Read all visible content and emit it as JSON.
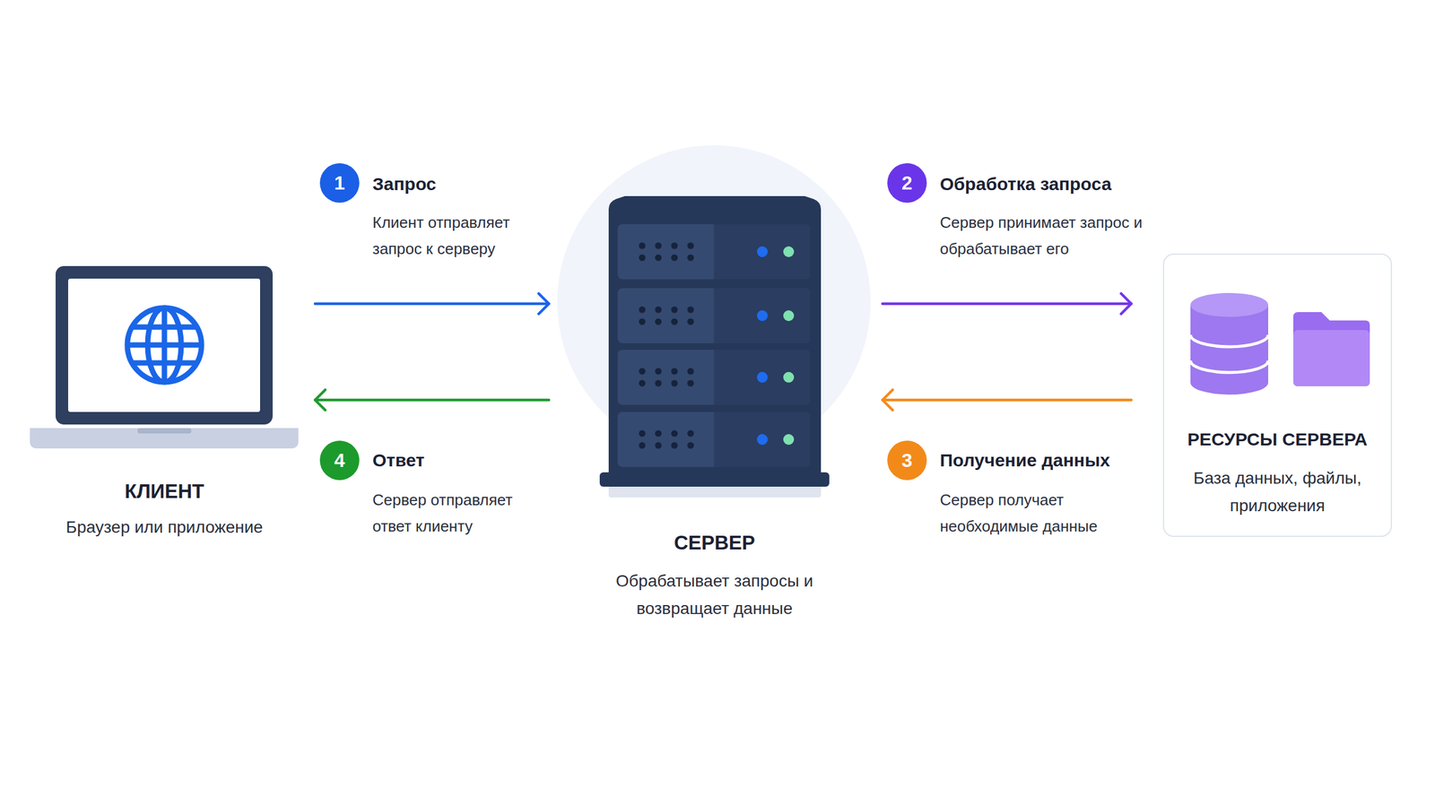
{
  "diagram": {
    "nodes": [
      {
        "text": [
          "КЛИЕНТ",
          "Браузер или приложение"
        ]
      },
      {
        "text": [
          "СЕРВЕР",
          "Обрабатывает запросы и возвращает данные"
        ]
      },
      {
        "text": [
          "РЕСУРСЫ СЕРВЕРА",
          "База данных, файлы, приложения"
        ]
      }
    ],
    "edges": [
      {
        "from": 0,
        "to": 1,
        "arrow": "to"
      },
      {
        "from": 1,
        "to": 2,
        "arrow": "to"
      },
      {
        "from": 2,
        "to": 1,
        "arrow": "to"
      },
      {
        "from": 1,
        "to": 0,
        "arrow": "to"
      }
    ],
    "labels": [
      "1",
      "Запрос",
      "Клиент отправляет запрос к серверу",
      "2",
      "Обработка запроса",
      "Сервер принимает запрос и обрабатывает его",
      "4",
      "Ответ",
      "Сервер отправляет ответ клиенту",
      "3",
      "Получение данных",
      "Сервер получает необходимые данные"
    ]
  }
}
